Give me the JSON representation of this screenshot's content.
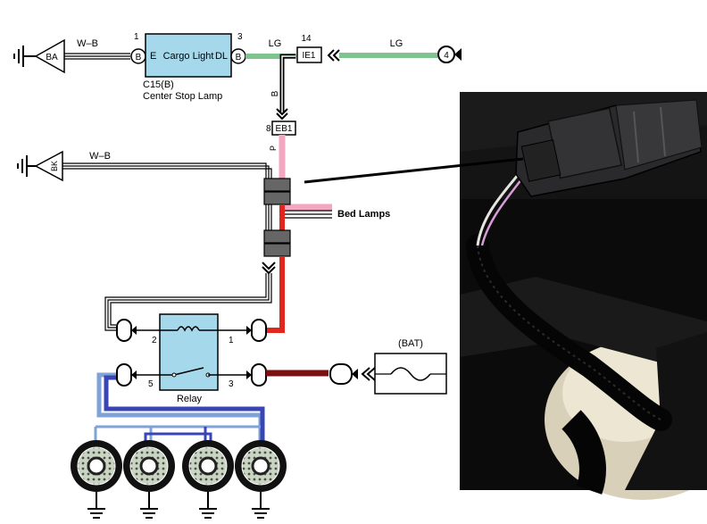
{
  "cargo_light": {
    "label": "Cargo Light",
    "pin_e": "E",
    "pin_dl": "DL",
    "pin1_num": "1",
    "pin3_num": "3",
    "pin_letter": "B",
    "connector_code": "C15(B)",
    "connector_desc": "Center Stop Lamp"
  },
  "ground_ba": {
    "label": "BA",
    "wire": "W–B"
  },
  "ground_bk": {
    "label": "BK",
    "wire": "W–B"
  },
  "lg_wire": {
    "left_label": "LG",
    "right_label": "LG",
    "junction_num": "14",
    "junction_code": "IE1",
    "end_num": "4"
  },
  "b_wire": {
    "label": "B"
  },
  "eb1": {
    "num": "8",
    "code": "EB1",
    "wire_label": "P"
  },
  "bed_lamps": {
    "label": "Bed Lamps"
  },
  "relay": {
    "label": "Relay",
    "pin1": "1",
    "pin2": "2",
    "pin3": "3",
    "pin5": "5"
  },
  "battery": {
    "label": "(BAT)"
  },
  "colors": {
    "lg": "#7fc48f",
    "pink": "#f4a6c0",
    "red": "#e0261f",
    "maroon": "#7b1010",
    "blue": "#3a45b5",
    "light_blue": "#7fa3d6",
    "relay_fill": "#a6d8ec",
    "cargo_fill": "#a6d8ec"
  }
}
